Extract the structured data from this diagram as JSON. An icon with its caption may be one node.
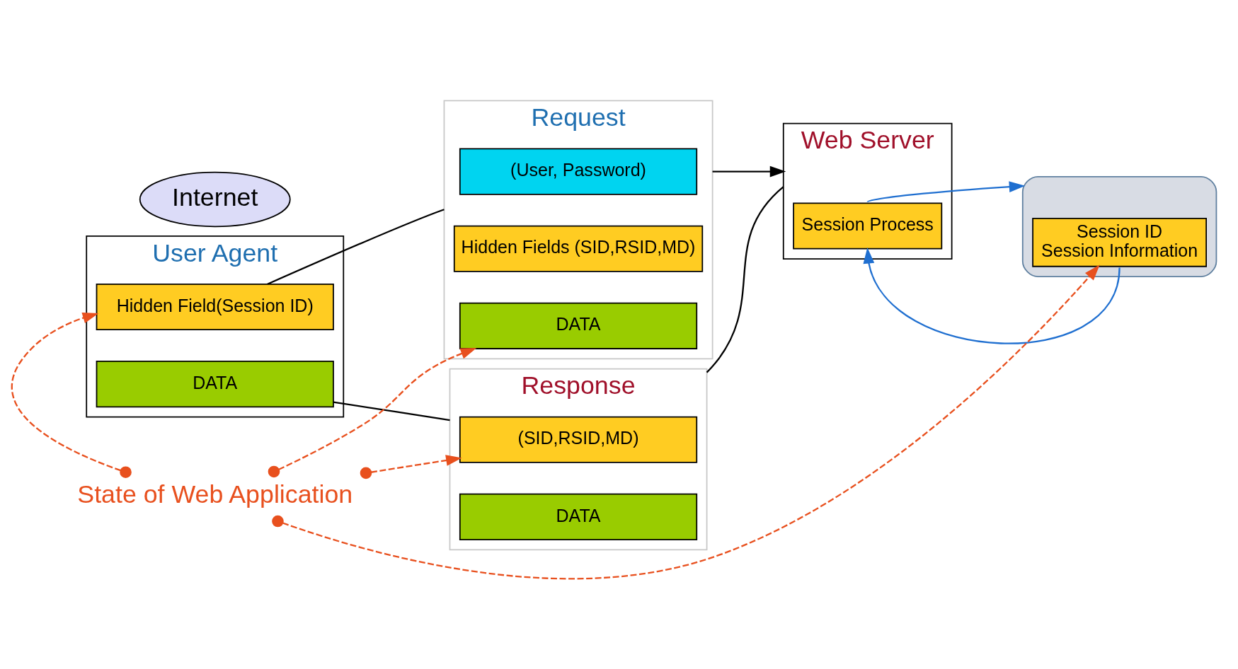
{
  "diagram": {
    "nodes": [
      {
        "text": [
          "User Agent"
        ]
      },
      {
        "text": [
          "Hidden Field(Session ID)"
        ],
        "in": 0
      },
      {
        "text": [
          "DATA"
        ],
        "in": 0
      },
      {
        "text": [
          "Request"
        ]
      },
      {
        "text": [
          "(User, Password)"
        ],
        "in": 3
      },
      {
        "text": [
          "Hidden Fields (SID,RSID,MD)"
        ],
        "in": 3
      },
      {
        "text": [
          "DATA"
        ],
        "in": 3
      },
      {
        "text": [
          "Internet"
        ]
      },
      {
        "text": [
          "Response"
        ]
      },
      {
        "text": [
          "(SID,RSID,MD)"
        ],
        "in": 8
      },
      {
        "text": [
          "DATA"
        ],
        "in": 8
      },
      {
        "text": [
          "Web Server"
        ]
      },
      {
        "text": [
          "Session Process"
        ],
        "in": 11
      },
      {
        "text": [],
        "shape": "cylinder"
      },
      {
        "text": [
          "Session ID",
          "Session Information"
        ],
        "in": 13
      },
      {
        "text": [
          "State of Web Application"
        ]
      }
    ],
    "edges": [
      {
        "from": 1,
        "to": 3,
        "arrow": "none"
      },
      {
        "from": 2,
        "to": 8,
        "arrow": "none"
      },
      {
        "from": 3,
        "to": 11,
        "arrow": "to"
      },
      {
        "from": 11,
        "to": 8,
        "arrow": "none"
      },
      {
        "from": 14,
        "to": 12,
        "arrow": "to",
        "color": "#1f6fd0"
      },
      {
        "from": 12,
        "to": 13,
        "arrow": "to",
        "color": "#1f6fd0"
      },
      {
        "from": 15,
        "to": 1,
        "arrow": "to",
        "style": "dashed",
        "color": "#e8501e"
      },
      {
        "from": 15,
        "to": 6,
        "arrow": "to",
        "style": "dashed",
        "color": "#e8501e"
      },
      {
        "from": 15,
        "to": 9,
        "arrow": "to",
        "style": "dashed",
        "color": "#e8501e"
      },
      {
        "from": 15,
        "to": 14,
        "arrow": "to",
        "style": "dashed",
        "color": "#e8501e"
      }
    ]
  }
}
